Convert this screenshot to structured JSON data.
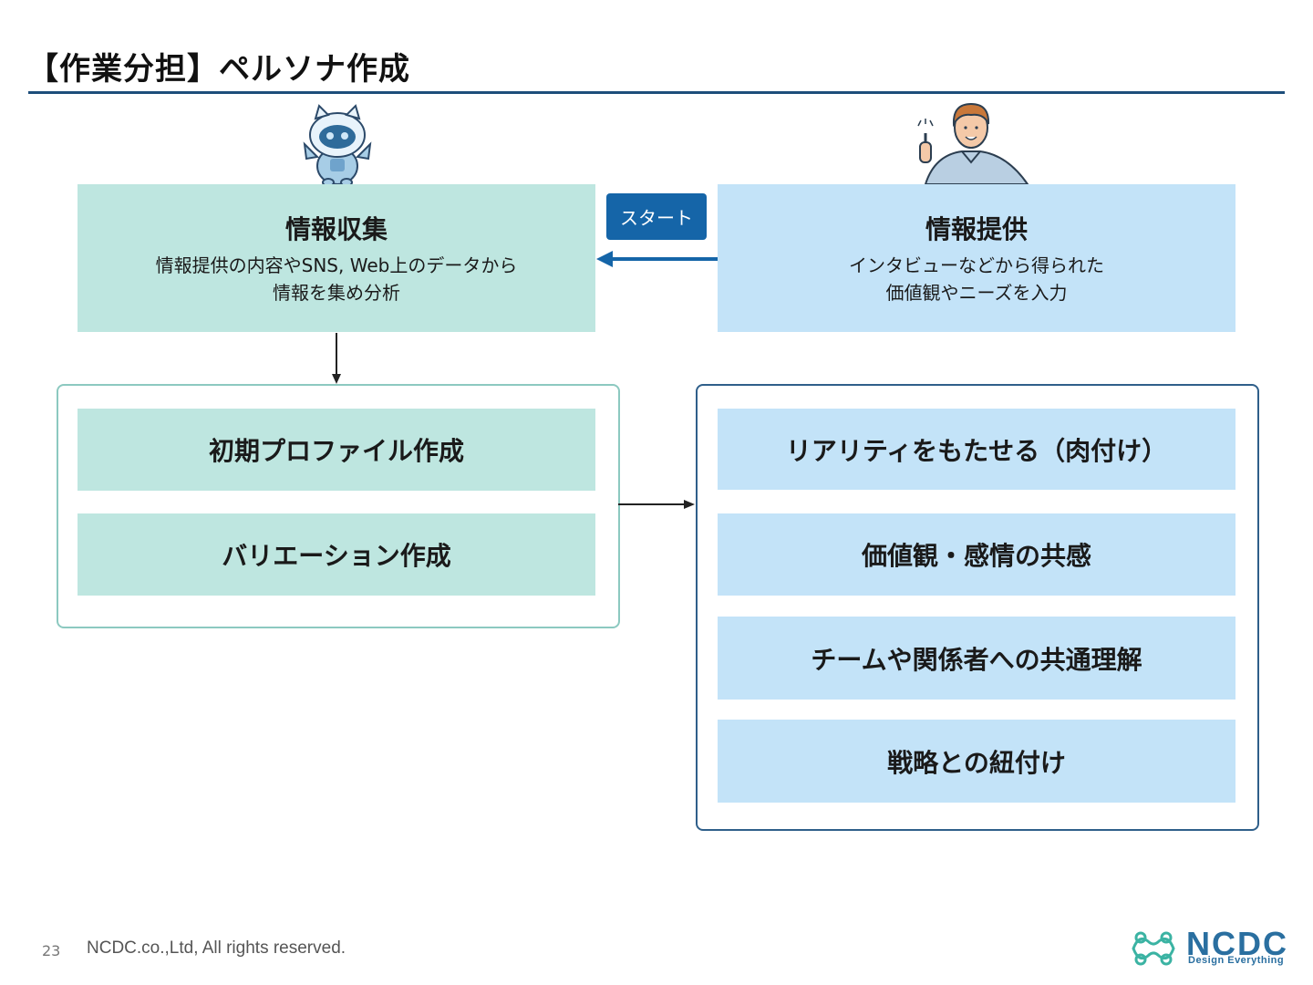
{
  "header": {
    "title": "【作業分担】ペルソナ作成"
  },
  "start_badge": "スタート",
  "info_collect": {
    "title": "情報収集",
    "line1": "情報提供の内容やSNS, Web上のデータから",
    "line2": "情報を集め分析"
  },
  "info_provide": {
    "title": "情報提供",
    "line1": "インタビューなどから得られた",
    "line2": "価値観やニーズを入力"
  },
  "left_group": {
    "items": [
      "初期プロファイル作成",
      "バリエーション作成"
    ]
  },
  "right_group": {
    "items": [
      "リアリティをもたせる（肉付け）",
      "価値観・感情の共感",
      "チームや関係者への共通理解",
      "戦略との紐付け"
    ]
  },
  "footer": {
    "page_number": "23",
    "copyright": "NCDC.co.,Ltd, All rights reserved.",
    "logo_name": "NCDC",
    "logo_tagline": "Design Everything"
  },
  "colors": {
    "teal_fill": "#bee6e0",
    "blue_fill": "#c3e3f8",
    "accent_blue": "#1565a8",
    "rule_navy": "#1d4e7a"
  }
}
